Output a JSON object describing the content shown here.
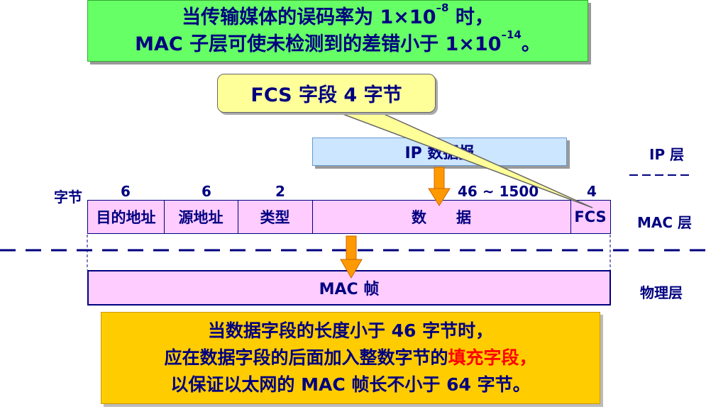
{
  "top_note": {
    "line1_pre": "当传输媒体的误码率为 1×10",
    "line1_exp": "–8",
    "line1_post": " 时，",
    "line2_pre": "MAC 子层可使未检测到的差错小于 1×10",
    "line2_exp": "–14",
    "line2_post": "。"
  },
  "callout": {
    "text": "FCS 字段 4 字节"
  },
  "ip_packet": {
    "label": "IP 数据报"
  },
  "layers": {
    "ip": "IP 层",
    "mac": "MAC 层",
    "physical": "物理层"
  },
  "bytes_row": {
    "label": "字节",
    "sizes": [
      "6",
      "6",
      "2",
      "46 ~ 1500",
      "4"
    ]
  },
  "mac_fields": [
    "目的地址",
    "源地址",
    "类型",
    "数　　据",
    "FCS"
  ],
  "physical_frame": {
    "label": "MAC 帧"
  },
  "bottom_note": {
    "line1": "当数据字段的长度小于 46 字节时，",
    "line2_pre": "应在数据字段的后面加入整数字节的",
    "line2_highlight": "填充字段",
    "line2_post": "，",
    "line3": "以保证以太网的 MAC 帧长不小于 64 字节。"
  },
  "colors": {
    "top_note_bg": "#66ff66",
    "callout_bg": "#ffff99",
    "ip_box_bg": "#cce6ff",
    "mac_frame_bg": "#ffccff",
    "arrow": "#ff9900",
    "bottom_note_bg": "#ffcc00",
    "highlight": "#ff0000",
    "text": "#000080"
  }
}
